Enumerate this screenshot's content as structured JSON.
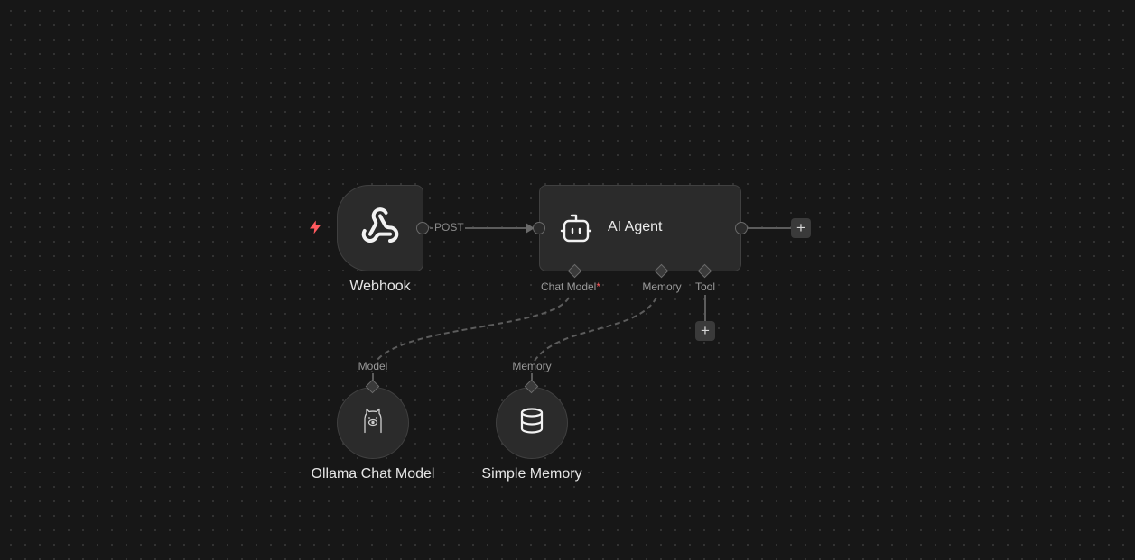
{
  "canvas": {
    "background": "#171717",
    "dot_color": "#3a3a3a",
    "grid_size": 16
  },
  "colors": {
    "node_bg": "#2b2b2b",
    "node_border": "#404040",
    "edge": "#555555",
    "accent_trigger": "#ff5a5f",
    "required": "#ff5a5f"
  },
  "nodes": {
    "webhook": {
      "label": "Webhook",
      "icon": "webhook-icon",
      "trigger_icon": "lightning-bolt-icon"
    },
    "agent": {
      "label": "AI Agent",
      "icon": "robot-icon",
      "handles": [
        {
          "label": "Chat Model",
          "required": true,
          "required_mark": "*"
        },
        {
          "label": "Memory"
        },
        {
          "label": "Tool"
        }
      ]
    },
    "ollama": {
      "label": "Ollama Chat Model",
      "icon": "llama-icon",
      "handle_label": "Model"
    },
    "memory": {
      "label": "Simple Memory",
      "icon": "database-icon",
      "handle_label": "Memory"
    }
  },
  "edges": {
    "webhook_to_agent": {
      "label": "POST"
    }
  },
  "buttons": {
    "add_after_agent": "+",
    "add_tool": "+"
  }
}
